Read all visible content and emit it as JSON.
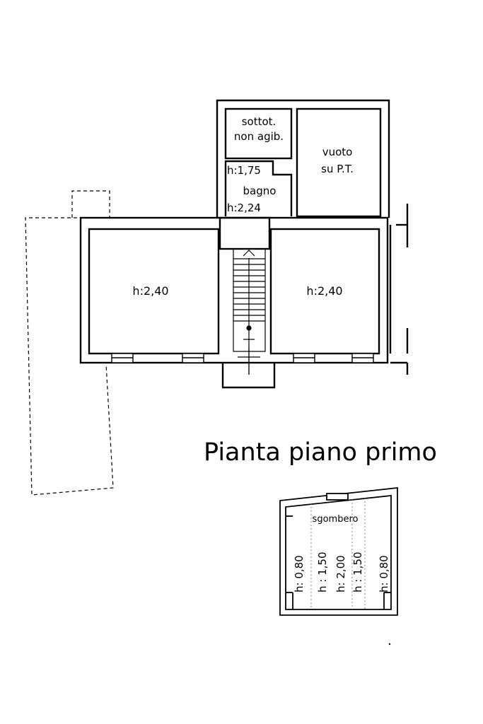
{
  "title": "Pianta piano primo",
  "upper_floor": {
    "rooms": {
      "sottotetto": [
        "sottot.",
        "non agib."
      ],
      "vuoto": [
        "vuoto",
        "su P.T."
      ],
      "bagno": {
        "name": "bagno",
        "heights": [
          "h:1,75",
          "h:2,24"
        ]
      },
      "left_room": {
        "height": "h:2,40"
      },
      "right_room": {
        "height": "h:2,40"
      }
    }
  },
  "storage": {
    "name": "sgombero",
    "heights": [
      "h: 0,80",
      "h : 1,50",
      "h: 2,00",
      "h : 1,50",
      "h: 0,80"
    ]
  }
}
